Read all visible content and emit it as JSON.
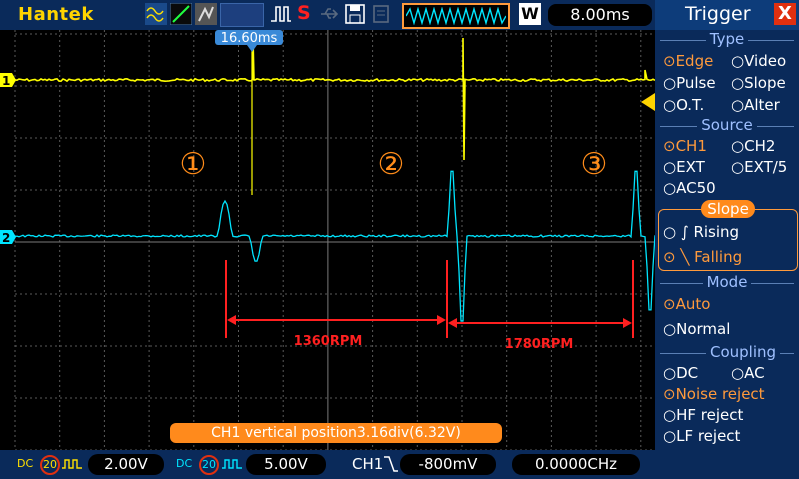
{
  "topbar": {
    "brand": "Hantek",
    "timebase": "8.00ms",
    "timebase_badge": "W",
    "run_state": "S"
  },
  "scope": {
    "cursor_label": "16.60ms",
    "markers": [
      "①",
      "②",
      "③"
    ],
    "rpm_labels": [
      "1360RPM",
      "1780RPM"
    ],
    "ch1_marker": "1",
    "ch2_marker": "2",
    "status_message": "CH1 vertical position3.16div(6.32V)",
    "colors": {
      "ch1": "#ffff00",
      "ch2": "#00e5ff",
      "annotation": "#ff2020",
      "marker": "#ff8c1a"
    }
  },
  "sidebar": {
    "title": "Trigger",
    "close": "X",
    "type_head": "Type",
    "type_options": [
      "Edge",
      "Video",
      "Pulse",
      "Slope",
      "O.T.",
      "Alter"
    ],
    "source_head": "Source",
    "source_options": [
      "CH1",
      "CH2",
      "EXT",
      "EXT/5",
      "AC50"
    ],
    "slope_head": "Slope",
    "slope_options": [
      "Rising",
      "Falling"
    ],
    "mode_head": "Mode",
    "mode_options": [
      "Auto",
      "Normal"
    ],
    "coupling_head": "Coupling",
    "coupling_options": [
      "DC",
      "AC",
      "Noise reject",
      "HF reject",
      "LF reject"
    ]
  },
  "bottombar": {
    "ch1_coupling": "DC",
    "ch1_bw": "20",
    "ch1_scale": "2.00V",
    "ch2_coupling": "DC",
    "ch2_bw": "20",
    "ch2_scale": "5.00V",
    "trig_source": "CH1",
    "trig_level": "-800mV",
    "frequency": "0.0000CHz"
  }
}
